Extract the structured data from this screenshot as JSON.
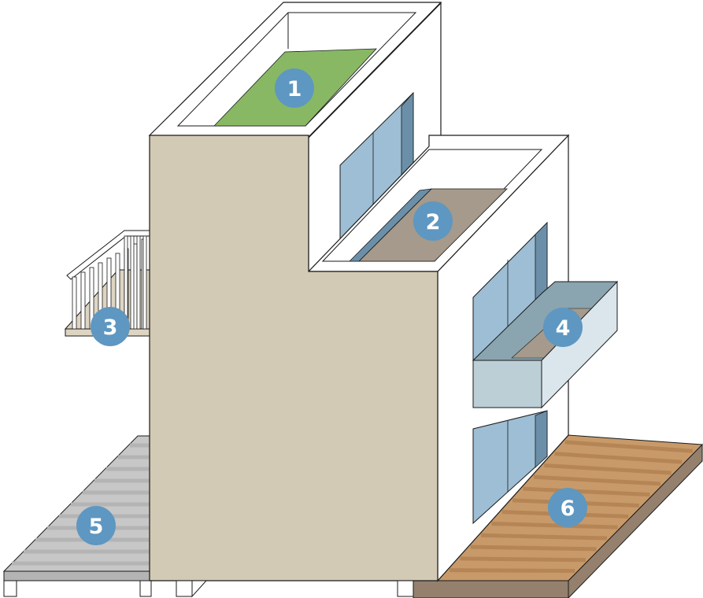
{
  "colors": {
    "wall": "#d2cab5",
    "white": "#ffffff",
    "outline": "#1a1a1a",
    "green_roof": "#88b864",
    "glass": "#9dbed4",
    "glass_dark": "#6b8fa8",
    "terrace": "#a59a8b",
    "planter_light": "#dae6ec",
    "planter_front": "#bccfd7",
    "planter_top": "#8aa4b0",
    "balcony_floor": "#ddd4c2",
    "grey_deck": "#c7c7c7",
    "grey_deck_stripe": "#b4b4b4",
    "wood_deck": "#c89a6a",
    "wood_deck_stripe": "#b58555",
    "wood_deck_side": "#94806d",
    "marker": "#5e97c1"
  },
  "markers": [
    {
      "label": "1",
      "item": "green-roof"
    },
    {
      "label": "2",
      "item": "roof-terrace"
    },
    {
      "label": "3",
      "item": "balcony"
    },
    {
      "label": "4",
      "item": "planter-box"
    },
    {
      "label": "5",
      "item": "grey-deck"
    },
    {
      "label": "6",
      "item": "wooden-deck"
    }
  ]
}
